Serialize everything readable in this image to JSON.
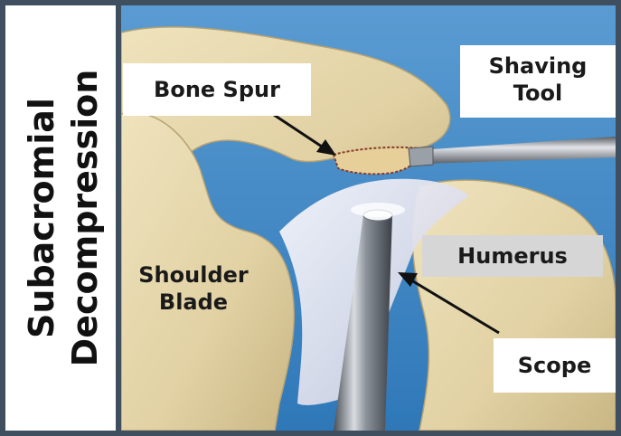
{
  "figure": {
    "title_line1": "Subacromial",
    "title_line2": "Decompression"
  },
  "labels": {
    "bone_spur": "Bone Spur",
    "shaving_tool_line1": "Shaving",
    "shaving_tool_line2": "Tool",
    "humerus": "Humerus",
    "shoulder_blade_line1": "Shoulder",
    "shoulder_blade_line2": "Blade",
    "scope": "Scope"
  },
  "colors": {
    "frame": "#3f4f60",
    "background_blue": "#3d87c6",
    "bone": "#e8d9b0",
    "label_gray": "#d6d6d6"
  }
}
